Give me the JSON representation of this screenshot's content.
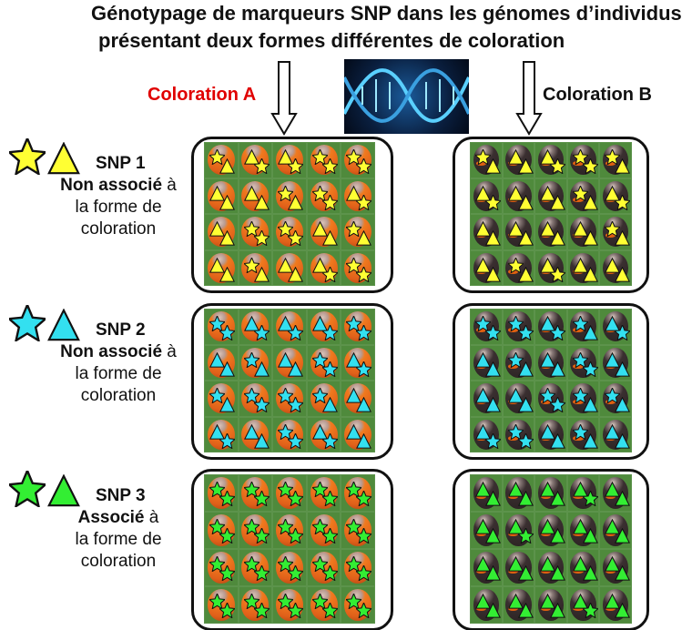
{
  "title": {
    "line1": "Génotypage de marqueurs SNP dans les génomes d’individus",
    "line2": "présentant deux formes différentes de coloration"
  },
  "columns": {
    "a": "Coloration A",
    "b": "Coloration B"
  },
  "colors": {
    "snp1": "#ffff33",
    "snp2": "#33e0f0",
    "snp3": "#33ee33",
    "colorA_label": "#e00000"
  },
  "snps": [
    {
      "name": "SNP 1",
      "status_bold": "Non associé",
      "status_rest": " à",
      "line2": "la forme de",
      "line3": "coloration",
      "a": [
        "ST",
        "TS",
        "TS",
        "SS",
        "SS",
        "TT",
        "TT",
        "ST",
        "SS",
        "TS",
        "TT",
        "SS",
        "SS",
        "TT",
        "ST",
        "TT",
        "ST",
        "TT",
        "TS",
        "SS"
      ],
      "b": [
        "ST",
        "TT",
        "TS",
        "SS",
        "ST",
        "TS",
        "TT",
        "TT",
        "ST",
        "TS",
        "TT",
        "TT",
        "TT",
        "TT",
        "ST",
        "TT",
        "ST",
        "TS",
        "TT",
        "TT"
      ]
    },
    {
      "name": "SNP 2",
      "status_bold": "Non associé",
      "status_rest": " à",
      "line2": "la forme de",
      "line3": "coloration",
      "a": [
        "SS",
        "TS",
        "TS",
        "TS",
        "SS",
        "TT",
        "ST",
        "TT",
        "SS",
        "TS",
        "ST",
        "SS",
        "SS",
        "ST",
        "TT",
        "TS",
        "TT",
        "SS",
        "TS",
        "TT"
      ],
      "b": [
        "SS",
        "SS",
        "TS",
        "ST",
        "TS",
        "TT",
        "ST",
        "TT",
        "SS",
        "TT",
        "TT",
        "TT",
        "SS",
        "ST",
        "ST",
        "TS",
        "SS",
        "TT",
        "ST",
        "TT"
      ]
    },
    {
      "name": "SNP 3",
      "status_bold": "Associé",
      "status_rest": " à",
      "line2": "la forme de",
      "line3": "coloration",
      "a": [
        "SS",
        "SS",
        "SS",
        "SS",
        "SS",
        "SS",
        "SS",
        "SS",
        "SS",
        "SS",
        "SS",
        "SS",
        "SS",
        "SS",
        "SS",
        "SS",
        "SS",
        "SS",
        "SS",
        "SS"
      ],
      "b": [
        "TT",
        "TT",
        "TT",
        "TS",
        "TT",
        "TT",
        "TS",
        "TT",
        "TT",
        "TT",
        "TT",
        "TT",
        "TT",
        "TT",
        "TT",
        "TT",
        "TT",
        "TT",
        "TS",
        "TT"
      ]
    }
  ]
}
